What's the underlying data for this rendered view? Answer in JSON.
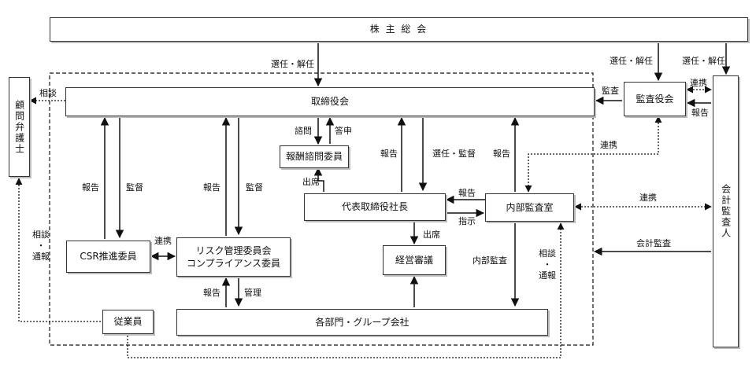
{
  "nodes": {
    "shareholders": "株 主 総 会",
    "board": "取締役会",
    "auditors": "監査役会",
    "legal": "顧問弁護士",
    "accounting": "会計監査人",
    "compensation": "報酬諮問委員",
    "president": "代表取締役社長",
    "internal_audit": "内部監査室",
    "csr": "CSR推進委員",
    "risk_line1": "リスク管理委員会",
    "risk_line2": "コンプライアンス委員",
    "management": "経営審議",
    "departments": "各部門・グループ会社",
    "employees": "従業員"
  },
  "labels": {
    "elect1": "選任・解任",
    "elect2": "選任・解任",
    "elect3": "選任・解任",
    "audit_kansa": "監査",
    "renkei_top": "連携",
    "hokoku_top": "報告",
    "soudan_legal": "相談",
    "shimon": "諮問",
    "toushin": "答申",
    "renkei_ia_aud": "連携",
    "renkei_ia_acc": "連携",
    "hokoku_csr": "報告",
    "kantoku_csr": "監督",
    "hokoku_risk": "報告",
    "kantoku_risk": "監督",
    "hokoku_pres": "報告",
    "senin_kansa": "選任・監督",
    "hokoku_ia": "報告",
    "shusseki1": "出席",
    "shusseki2": "出席",
    "hokoku_ia_pres": "報告",
    "shiji": "指示",
    "renkei_csr_risk": "連携",
    "kaikei_kansa": "会計監査",
    "naibu_kansa": "内部監査",
    "hokoku_dept": "報告",
    "kanri": "管理",
    "soudan_tsuho_left": "相談・通報",
    "soudan_tsuho_right": "相談・通報"
  }
}
